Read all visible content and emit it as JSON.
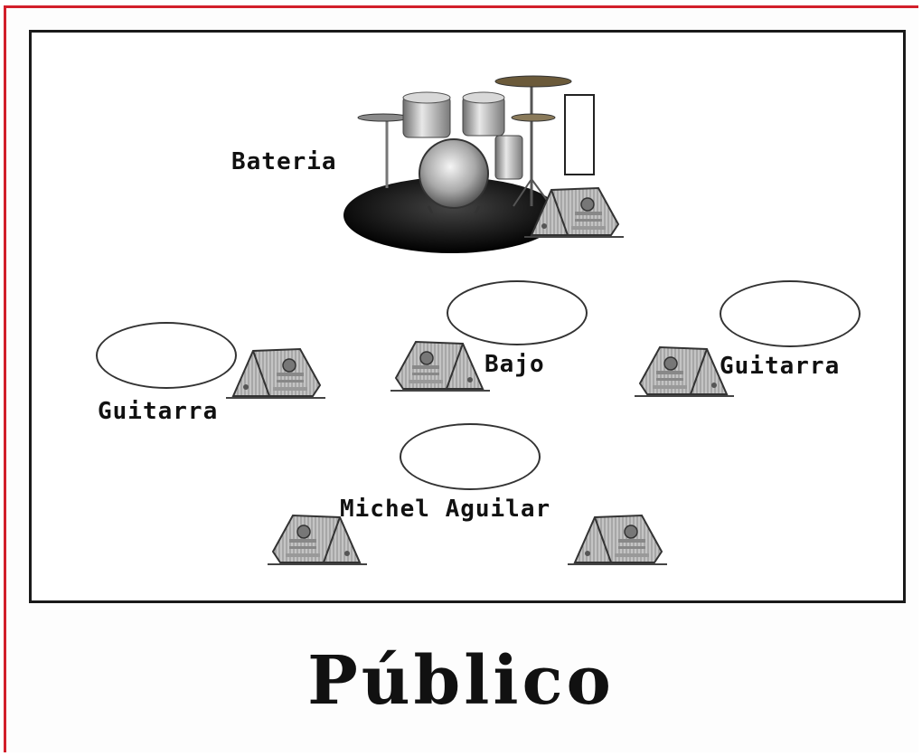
{
  "labels": {
    "drums": "Bateria",
    "guitar_left": "Guitarra",
    "bass": "Bajo",
    "guitar_right": "Guitarra",
    "vocalist": "Michel Aguilar",
    "audience": "Público"
  },
  "icons": {
    "drum_kit": "drum-kit-icon",
    "monitor": "stage-monitor-icon"
  },
  "colors": {
    "frame_border": "#d21f2a",
    "stage_border": "#1a1a1a",
    "monitor_fill": "#b5b5b5"
  }
}
